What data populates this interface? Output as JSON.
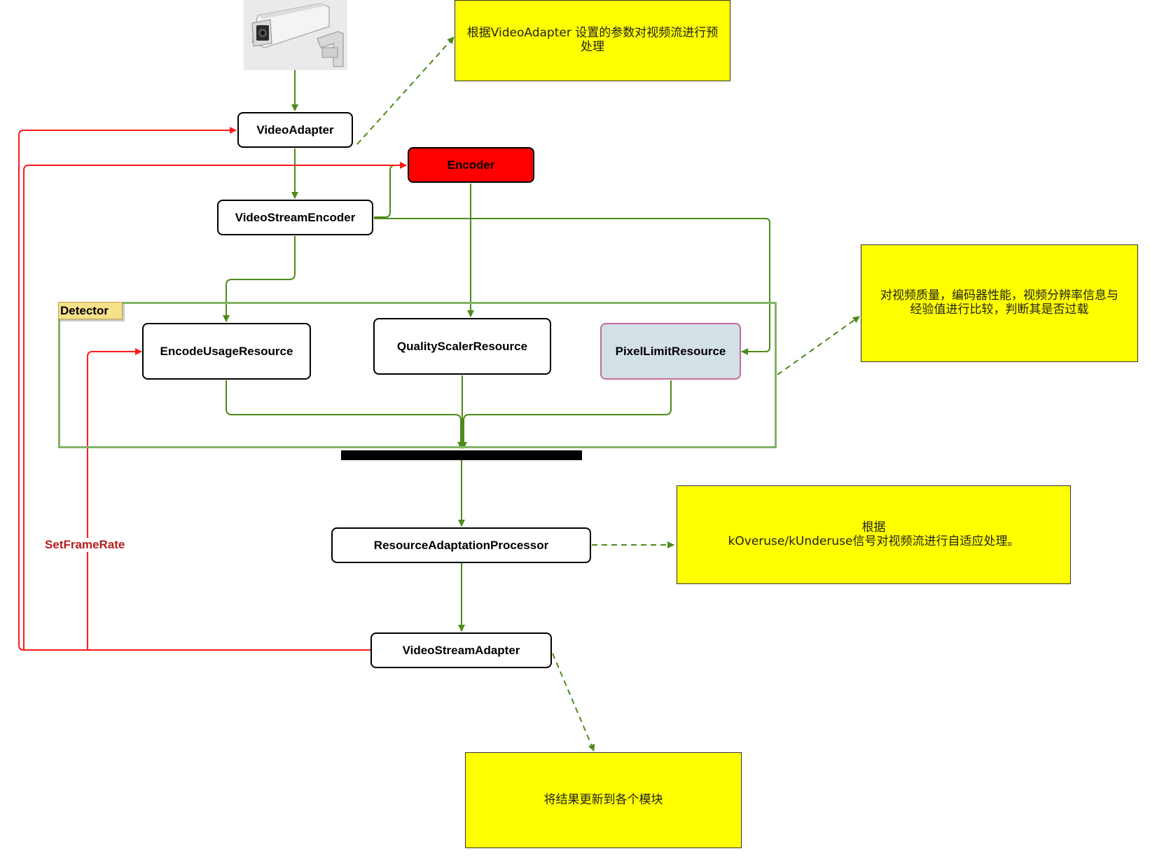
{
  "nodes": {
    "video_adapter": "VideoAdapter",
    "encoder": "Encoder",
    "video_stream_encoder": "VideoStreamEncoder",
    "encode_usage_resource": "EncodeUsageResource",
    "quality_scaler_resource": "QualityScalerResource",
    "pixel_limit_resource": "PixelLimitResource",
    "resource_adaptation_processor": "ResourceAdaptationProcessor",
    "video_stream_adapter": "VideoStreamAdapter"
  },
  "group": {
    "detector_label": "Detector"
  },
  "edge_labels": {
    "set_frame_rate": "SetFrameRate"
  },
  "notes": {
    "preprocess": "根据VideoAdapter 设置的参数对视频流进行预处理",
    "compare": "对视频质量，编码器性能，视频分辨率信息与\n经验值进行比较，判断其是否过载",
    "adapt": "根据\nkOveruse/kUnderuse信号对视频流进行自适应处理。",
    "update": "将结果更新到各个模块"
  },
  "colors": {
    "flow_arrow": "#4d8a1a",
    "feedback_arrow": "#ff1a1a",
    "encoder_fill": "#ff0000",
    "pixel_limit_fill": "#d3e0e6",
    "pixel_limit_border": "#c46a9a",
    "note_fill": "#ffff00",
    "detector_border": "#82b366",
    "label_red": "#b71c1c"
  },
  "icons": {
    "camera": "security-camera-icon"
  }
}
